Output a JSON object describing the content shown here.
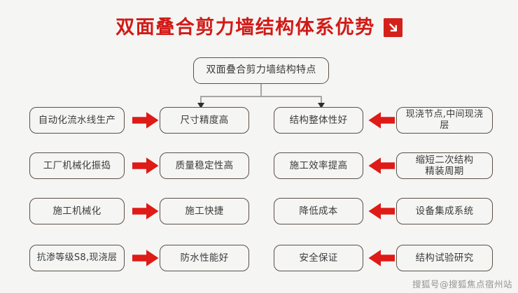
{
  "header": {
    "title": "双面叠合剪力墙结构体系优势",
    "badge_icon": "arrow-down-right-icon",
    "title_color": "#d11a17",
    "badge_color": "#d3221b"
  },
  "diagram": {
    "root": {
      "label": "双面叠合剪力墙结构特点"
    },
    "colors": {
      "background": "#f5f5f3",
      "box_border": "#5b5048",
      "box_text": "#3b3b3b",
      "connector": "#a9a6a2",
      "connector_arrow": "#2e2e2e",
      "red_arrow": "#de1b17"
    },
    "left_branch": {
      "arrow_icon": "arrow-right-icon",
      "arrow_direction": "right",
      "rows": [
        {
          "cause": "自动化流水线生产",
          "effect": "尺寸精度高"
        },
        {
          "cause": "工厂机械化振捣",
          "effect": "质量稳定性高"
        },
        {
          "cause": "施工机械化",
          "effect": "施工快捷"
        },
        {
          "cause": "抗渗等级S8,现浇层",
          "effect": "防水性能好"
        }
      ]
    },
    "right_branch": {
      "arrow_icon": "arrow-left-icon",
      "arrow_direction": "left",
      "rows": [
        {
          "effect": "结构整体性好",
          "cause": "现浇节点,中间现浇层",
          "cause_line1": "现浇节点,中间现浇层",
          "cause_line2": ""
        },
        {
          "effect": "施工效率提高",
          "cause": "缩短二次结构精装周期",
          "cause_line1": "缩短二次结构",
          "cause_line2": "精装周期"
        },
        {
          "effect": "降低成本",
          "cause": "设备集成系统",
          "cause_line1": "设备集成系统",
          "cause_line2": ""
        },
        {
          "effect": "安全保证",
          "cause": "结构试验研究",
          "cause_line1": "结构试验研究",
          "cause_line2": ""
        }
      ]
    }
  },
  "watermark": {
    "text": "搜狐号@搜狐焦点宿州站"
  }
}
